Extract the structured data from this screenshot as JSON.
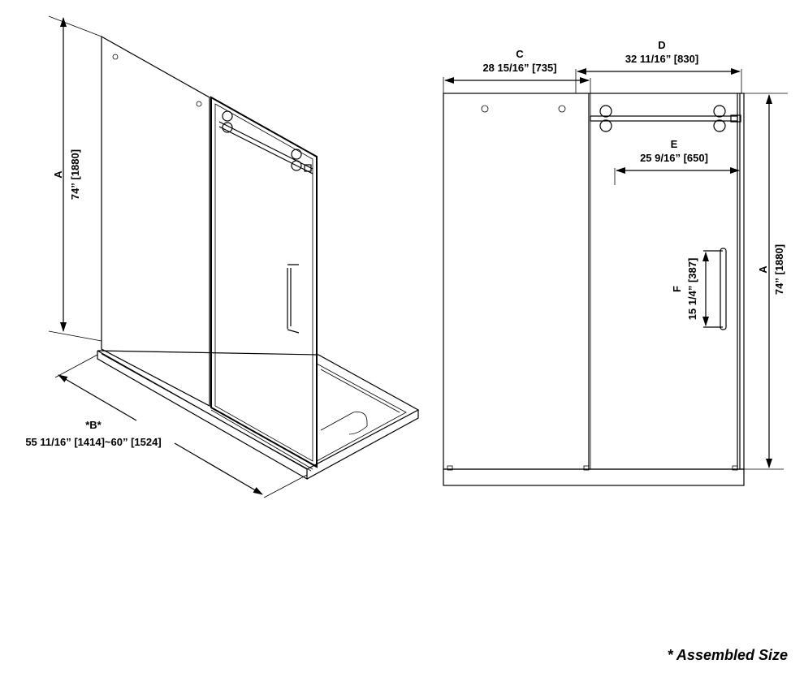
{
  "dimensions": {
    "A": {
      "label": "A",
      "value": "74” [1880]"
    },
    "B": {
      "label": "*B*",
      "value": "55 11/16” [1414]~60” [1524]"
    },
    "C": {
      "label": "C",
      "value": "28 15/16” [735]"
    },
    "D": {
      "label": "D",
      "value": "32 11/16” [830]"
    },
    "E": {
      "label": "E",
      "value": "25 9/16” [650]"
    },
    "F": {
      "label": "F",
      "value": "15 1/4” [387]"
    }
  },
  "footnote": "* Assembled Size"
}
